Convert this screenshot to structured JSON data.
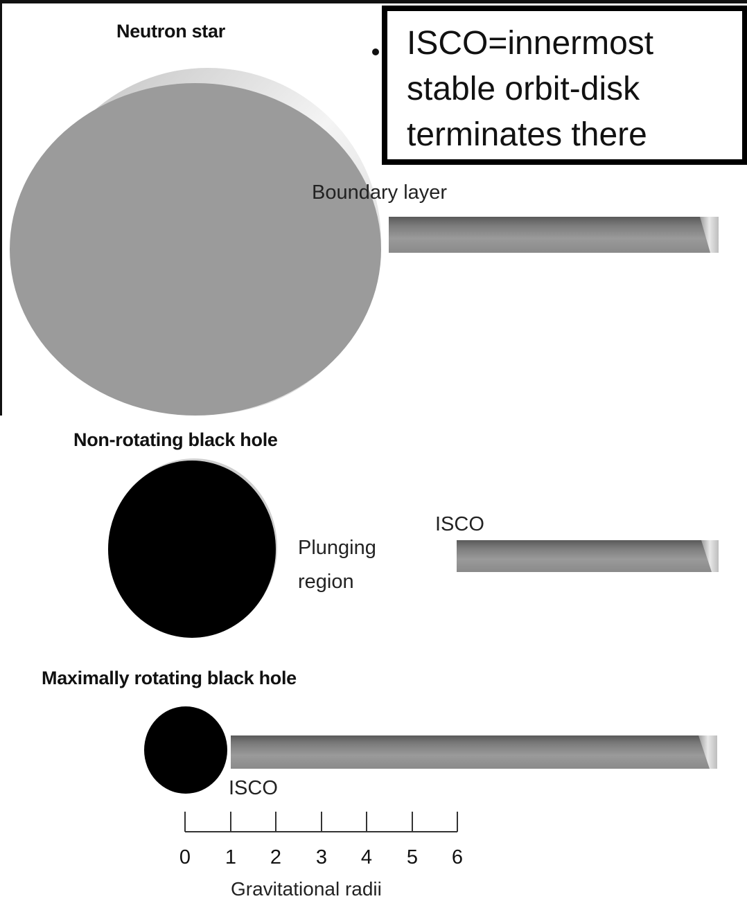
{
  "note": {
    "text": "ISCO=innermost\nstable orbit-disk\nterminates there"
  },
  "panels": {
    "neutron_star": {
      "title": "Neutron star",
      "disk_label": "Boundary layer"
    },
    "non_rotating": {
      "title": "Non-rotating black hole",
      "region_label_line1": "Plunging",
      "region_label_line2": "region",
      "isco_label": "ISCO"
    },
    "max_rotating": {
      "title": "Maximally rotating black hole",
      "isco_label": "ISCO"
    }
  },
  "scale": {
    "ticks": [
      "0",
      "1",
      "2",
      "3",
      "4",
      "5",
      "6"
    ],
    "axis_label": "Gravitational radii"
  },
  "colors": {
    "star_gray": "#9a9a9a",
    "black_hole": "#000000",
    "disk_gray": "#8e8e8e",
    "note_border": "#000000"
  }
}
